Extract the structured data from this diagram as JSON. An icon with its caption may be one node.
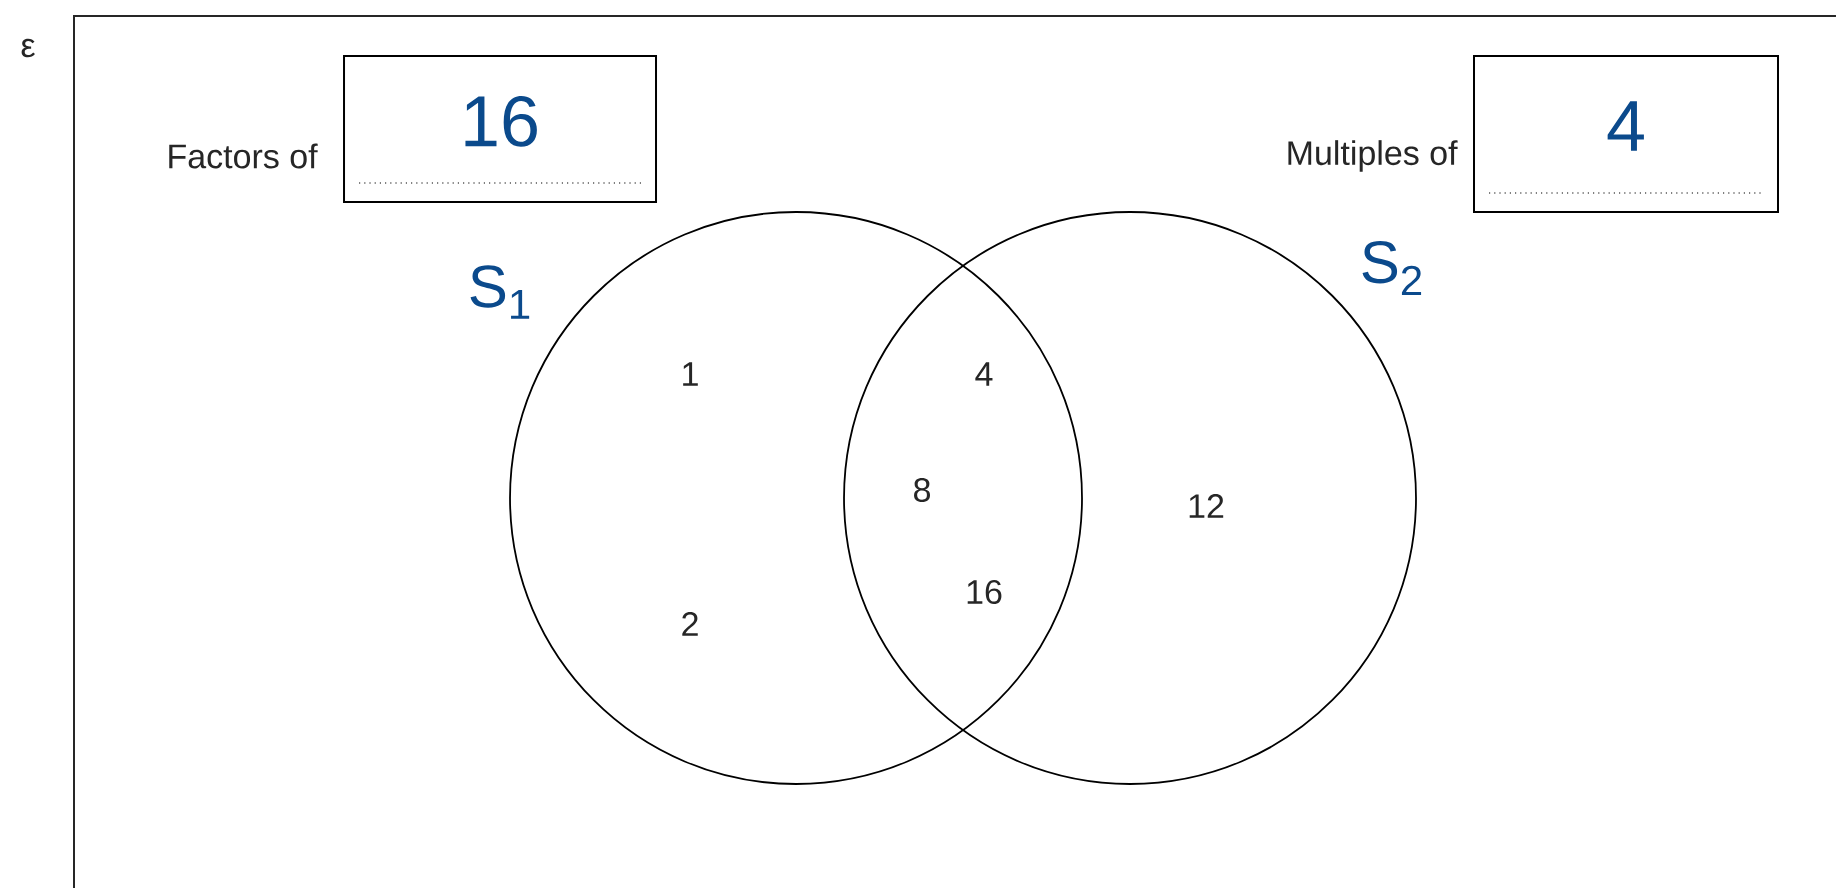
{
  "diagram": {
    "nodes": [
      {
        "text": [
          "16"
        ]
      },
      {
        "text": [
          "4"
        ]
      },
      {
        "text": [],
        "shape": "circle",
        "beside": [
          "S$_{1}$"
        ]
      },
      {
        "text": [],
        "shape": "circle",
        "beside": [
          "S$_{2}$"
        ]
      }
    ],
    "labels": [
      "ε",
      "Factors of",
      "Multiples of",
      "1",
      "4",
      "8",
      "12",
      "16",
      "2"
    ]
  }
}
